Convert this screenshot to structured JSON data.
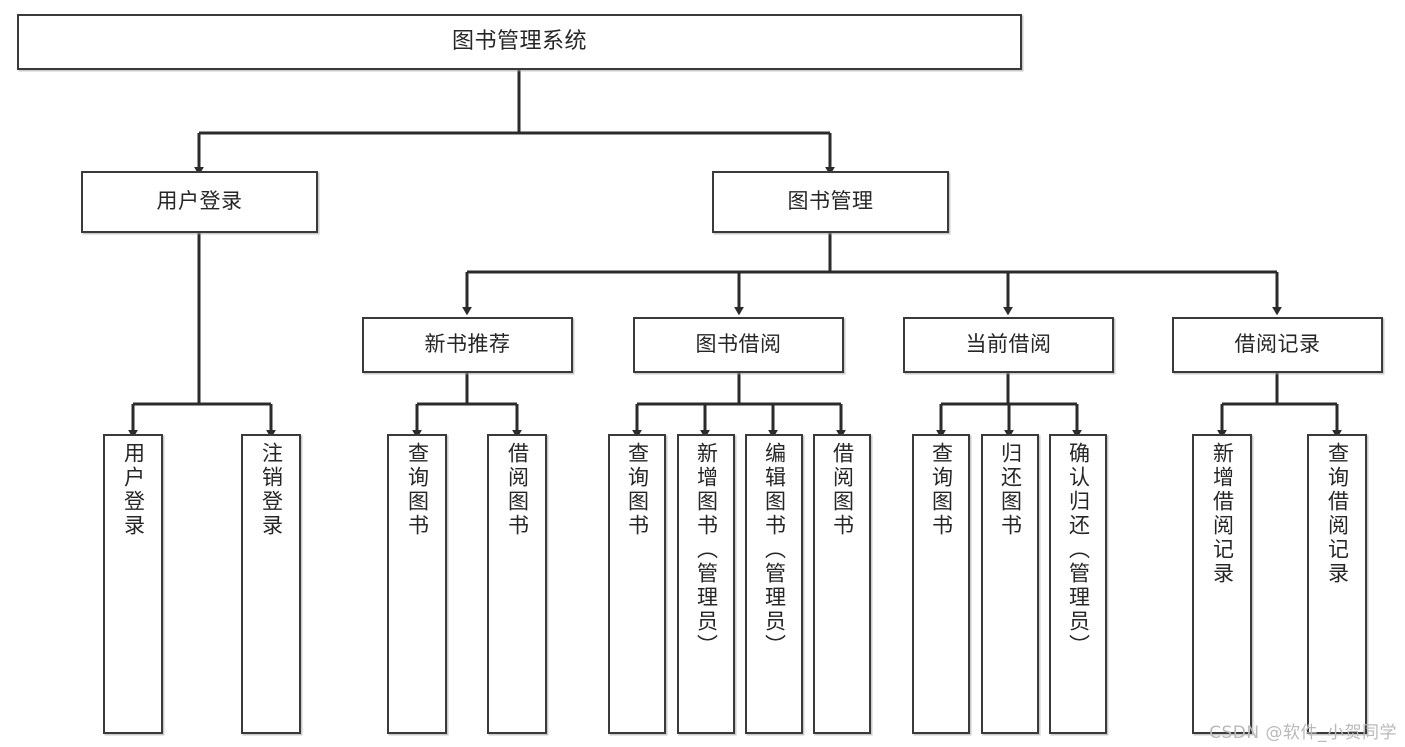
{
  "diagram": {
    "title": "图书管理系统",
    "type": "tree-hierarchy",
    "orientation": "top-down",
    "colors": {
      "box_border": "#3a3a3a",
      "box_fill": "#ffffff",
      "connector": "#2b2b2b",
      "text": "#262626",
      "watermark": "#b9b9b9",
      "background": "#ffffff"
    },
    "root": {
      "id": "root",
      "label": "图书管理系统"
    },
    "level1": [
      {
        "id": "user-login",
        "label": "用户登录"
      },
      {
        "id": "book-manage",
        "label": "图书管理"
      }
    ],
    "level2": [
      {
        "id": "new-book-recommend",
        "label": "新书推荐",
        "parent": "book-manage"
      },
      {
        "id": "book-borrow",
        "label": "图书借阅",
        "parent": "book-manage"
      },
      {
        "id": "current-borrow",
        "label": "当前借阅",
        "parent": "book-manage"
      },
      {
        "id": "borrow-record",
        "label": "借阅记录",
        "parent": "book-manage"
      }
    ],
    "leaves": [
      {
        "id": "leaf-user-login",
        "label": "用户登录",
        "parent": "user-login"
      },
      {
        "id": "leaf-user-logout",
        "label": "注销登录",
        "parent": "user-login"
      },
      {
        "id": "leaf-query-book-1",
        "label": "查询图书",
        "parent": "new-book-recommend"
      },
      {
        "id": "leaf-borrow-book-1",
        "label": "借阅图书",
        "parent": "new-book-recommend"
      },
      {
        "id": "leaf-query-book-2",
        "label": "查询图书",
        "parent": "book-borrow"
      },
      {
        "id": "leaf-add-book",
        "label": "新增图书（管理员）",
        "parent": "book-borrow"
      },
      {
        "id": "leaf-edit-book",
        "label": "编辑图书（管理员）",
        "parent": "book-borrow"
      },
      {
        "id": "leaf-borrow-book-2",
        "label": "借阅图书",
        "parent": "book-borrow"
      },
      {
        "id": "leaf-query-book-3",
        "label": "查询图书",
        "parent": "current-borrow"
      },
      {
        "id": "leaf-return-book",
        "label": "归还图书",
        "parent": "current-borrow"
      },
      {
        "id": "leaf-confirm-return",
        "label": "确认归还（管理员）",
        "parent": "current-borrow"
      },
      {
        "id": "leaf-add-record",
        "label": "新增借阅记录",
        "parent": "borrow-record"
      },
      {
        "id": "leaf-query-record",
        "label": "查询借阅记录",
        "parent": "borrow-record"
      }
    ]
  },
  "watermark": {
    "text": "CSDN @软件_小贺同学"
  }
}
